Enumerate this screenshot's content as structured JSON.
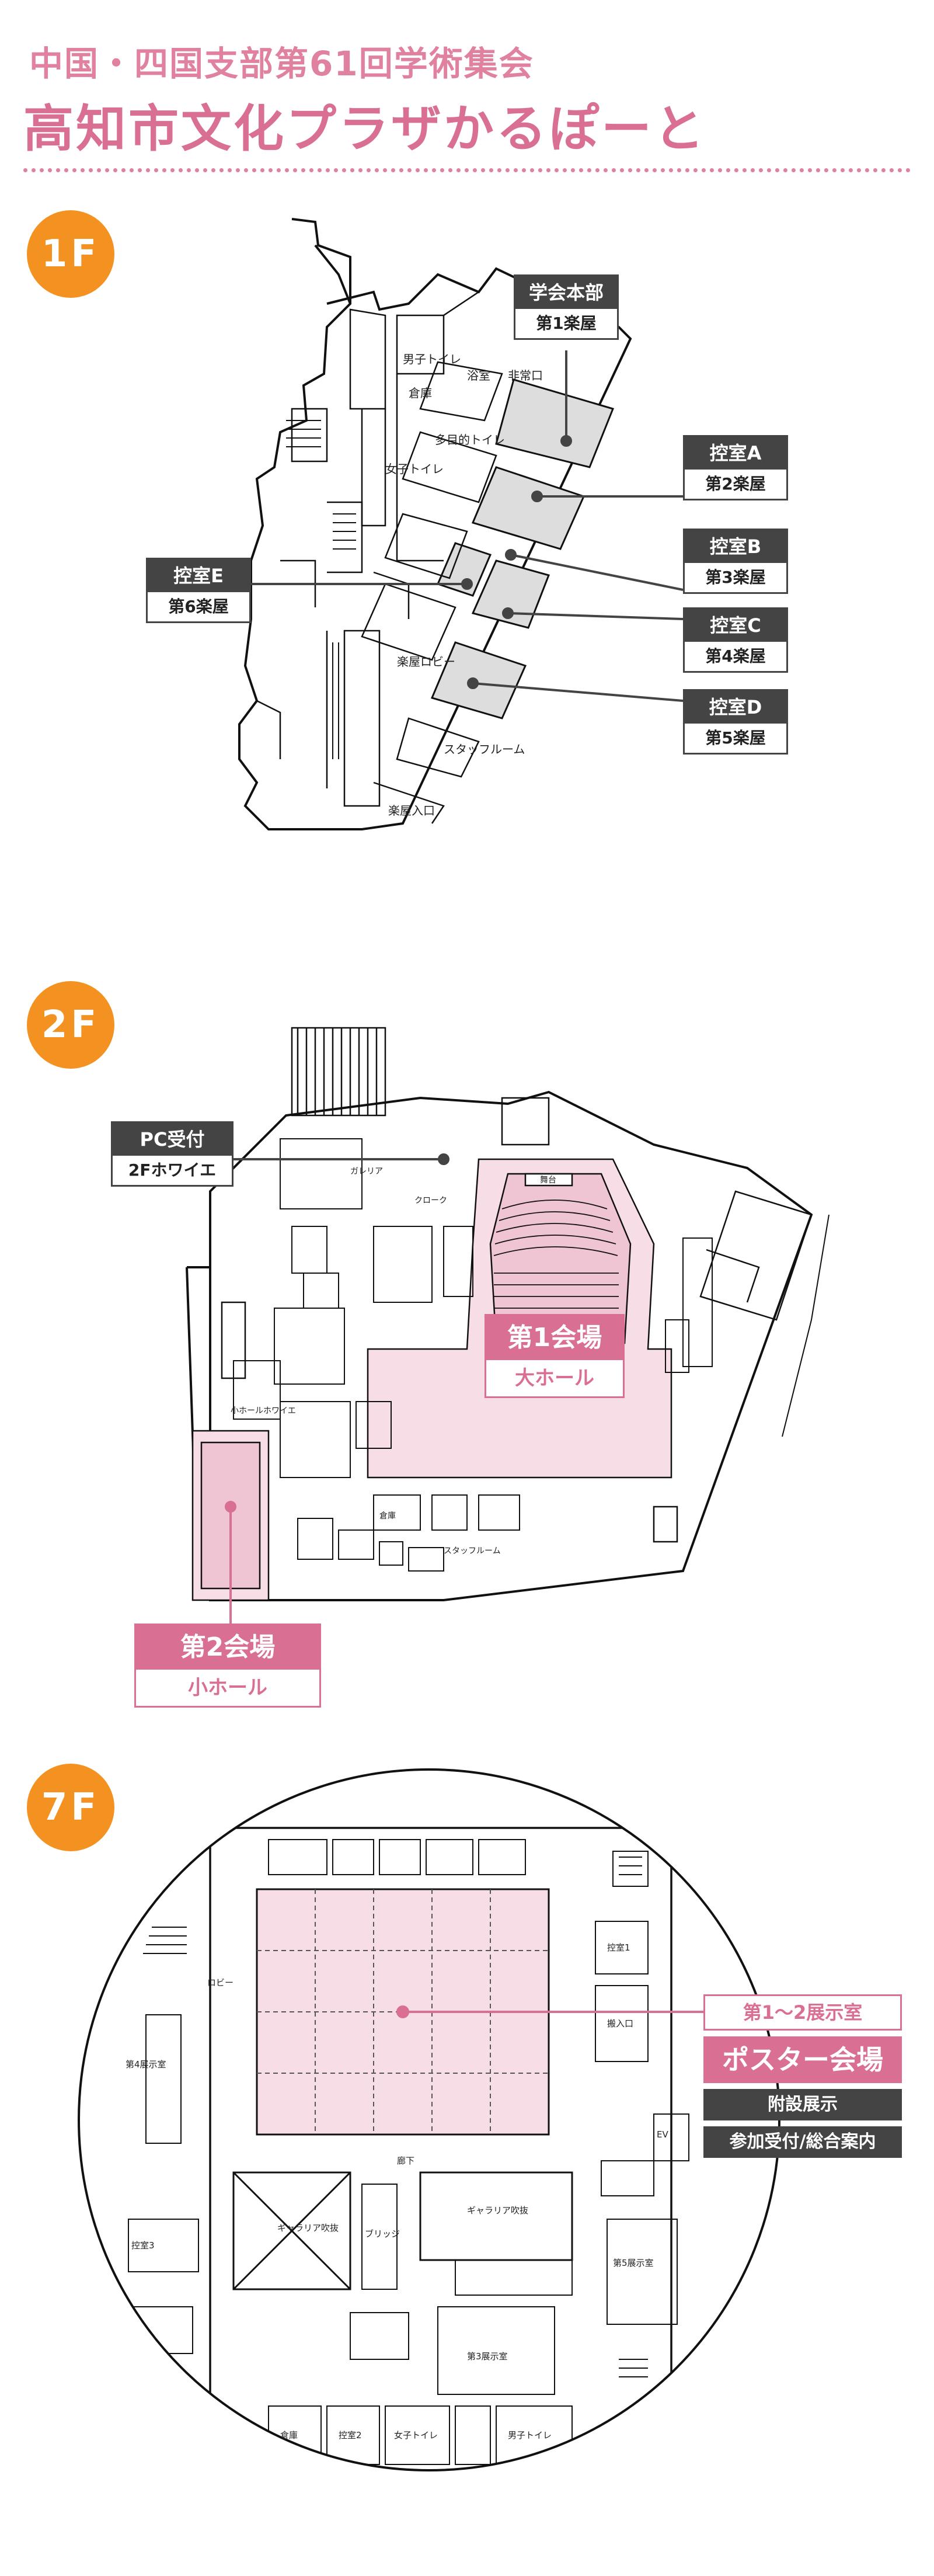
{
  "header": {
    "event": "中国・四国支部第61回学術集会",
    "venue": "高知市文化プラザかるぽーと"
  },
  "colors": {
    "accent_pink": "#d96f92",
    "badge_orange": "#f39221",
    "label_dark": "#444444",
    "room_grey": "#dddddd",
    "hall_pink": "#f6dde6"
  },
  "floors": [
    {
      "badge": "1F",
      "labels": [
        {
          "title": "学会本部",
          "sub": "第1楽屋"
        },
        {
          "title": "控室A",
          "sub": "第2楽屋"
        },
        {
          "title": "控室B",
          "sub": "第3楽屋"
        },
        {
          "title": "控室C",
          "sub": "第4楽屋"
        },
        {
          "title": "控室D",
          "sub": "第5楽屋"
        },
        {
          "title": "控室E",
          "sub": "第6楽屋"
        }
      ],
      "map_text": {
        "men": "男子トイレ",
        "women": "女子トイレ",
        "warehouse": "倉庫",
        "shower": "浴室",
        "emergency": "非常口",
        "multi": "多目的トイレ",
        "lobby": "楽屋ロビー",
        "staff": "スタッフルーム",
        "entrance": "楽屋入口"
      }
    },
    {
      "badge": "2F",
      "labels": [
        {
          "title": "PC受付",
          "sub": "2Fホワイエ"
        }
      ],
      "halls": [
        {
          "title": "第1会場",
          "sub": "大ホール"
        },
        {
          "title": "第2会場",
          "sub": "小ホール"
        }
      ],
      "map_text": {
        "galleria": "ガレリア",
        "cloak": "クローク",
        "stage": "舞台",
        "lobby_small": "小ホールホワイエ",
        "staff": "スタッフルーム",
        "storage": "倉庫"
      }
    },
    {
      "badge": "7F",
      "labels": [
        {
          "title": "第1〜2展示室"
        },
        {
          "title": "ポスター会場"
        },
        {
          "title": "附設展示"
        },
        {
          "title": "参加受付/総合案内"
        }
      ],
      "map_text": {
        "lobby": "ロビー",
        "corridor": "廊下",
        "gallery_dome": "ギャラリア吹抜",
        "bridge": "ブリッジ",
        "exhibit3": "第3展示室",
        "exhibit4": "第4展示室",
        "exhibit5": "第5展示室",
        "controlA": "控室1",
        "controlB": "控室2",
        "controlC": "控室3",
        "warehouse": "倉庫",
        "women": "女子トイレ",
        "men": "男子トイレ",
        "stock": "搬入口",
        "elevator": "EV"
      }
    }
  ]
}
